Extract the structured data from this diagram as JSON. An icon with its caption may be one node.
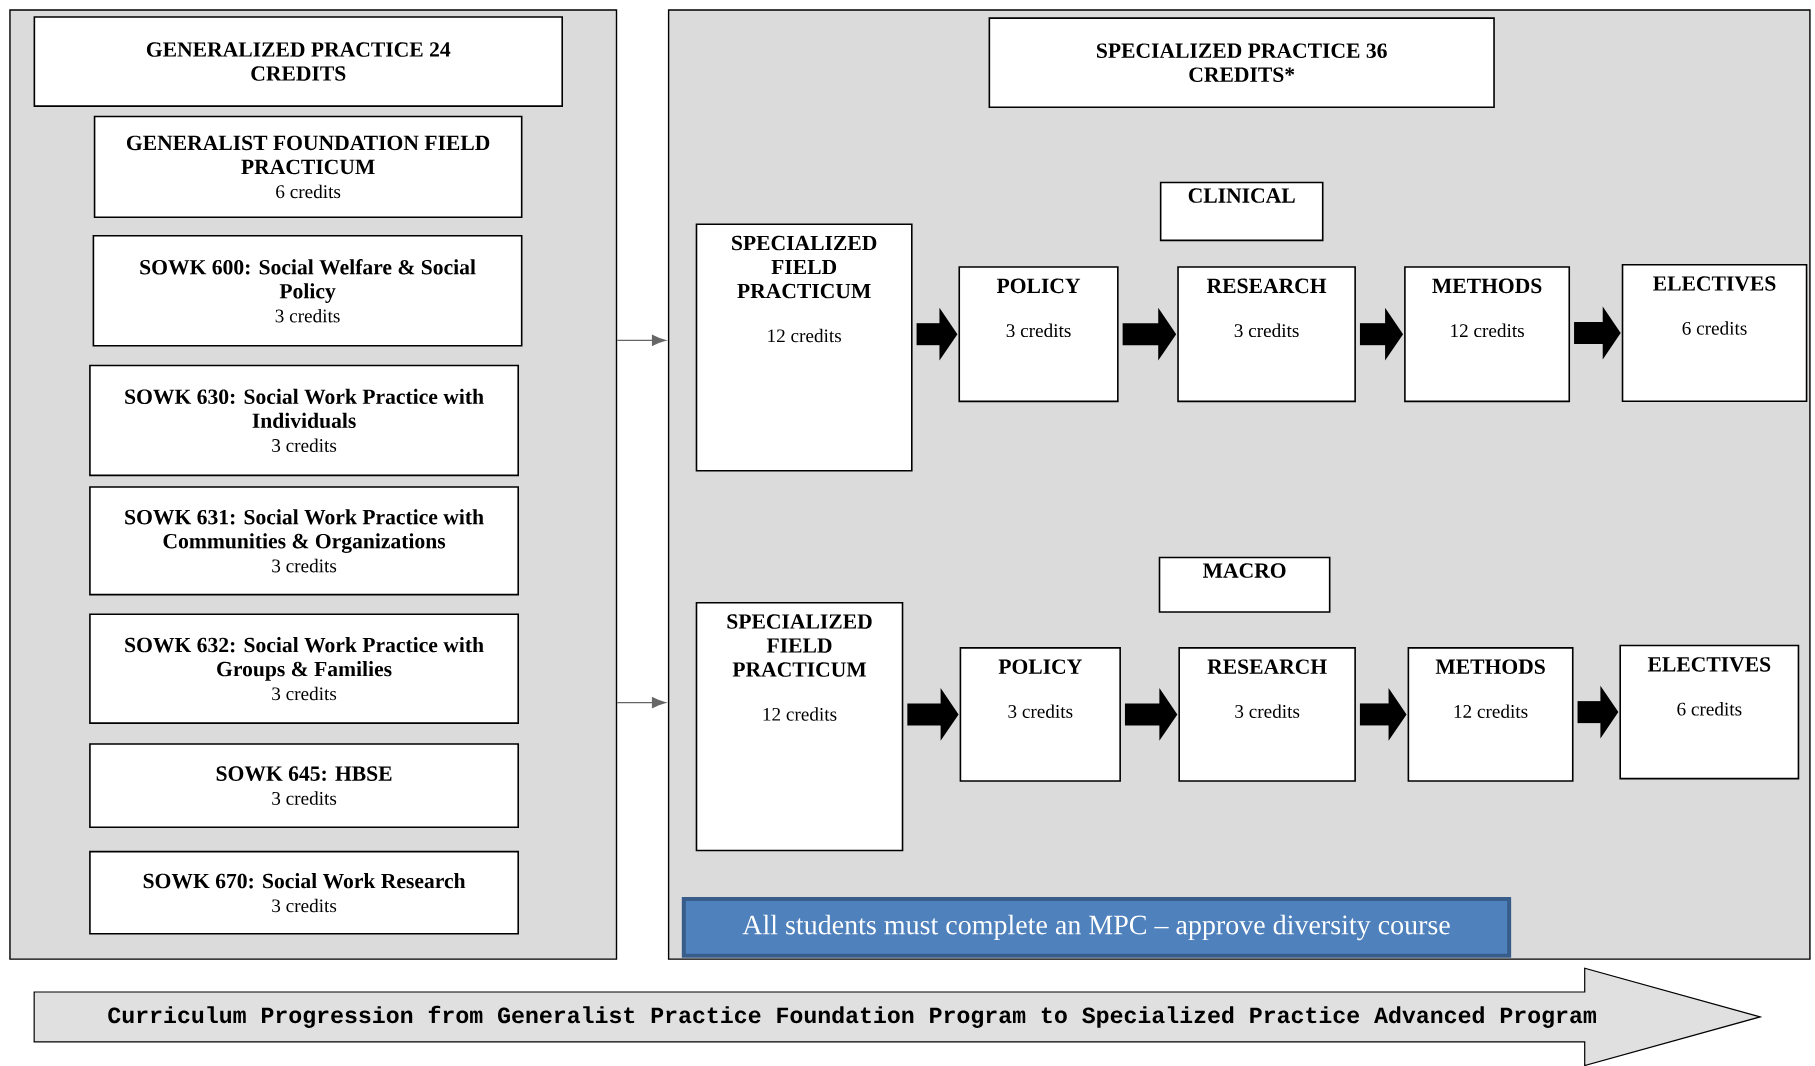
{
  "diagram": {
    "nodes": [
      {
        "text": [],
        "shape": "box"
      },
      {
        "text": [
          "GENERALIZED PRACTICE 24 CREDITS"
        ],
        "in": 0
      },
      {
        "text": [
          "GENERALIST FOUNDATION FIELD PRACTICUM",
          "6 credits"
        ],
        "in": 0
      },
      {
        "text": [
          "SOWK 600: Social Welfare & Social Policy",
          "3 credits"
        ],
        "in": 0
      },
      {
        "text": [
          "SOWK 630: Social Work Practice with Individuals",
          "3 credits"
        ],
        "in": 0
      },
      {
        "text": [
          "SOWK 631: Social Work Practice with Communities & Organizations",
          "3 credits"
        ],
        "in": 0
      },
      {
        "text": [
          "SOWK 632: Social Work Practice with Groups & Families",
          "3 credits"
        ],
        "in": 0
      },
      {
        "text": [
          "SOWK 645: HBSE",
          "3 credits"
        ],
        "in": 0
      },
      {
        "text": [
          "SOWK 670: Social Work Research",
          "3 credits"
        ],
        "in": 0
      },
      {
        "text": [],
        "shape": "box"
      },
      {
        "text": [
          "SPECIALIZED PRACTICE 36 CREDITS*"
        ],
        "in": 9
      },
      {
        "text": [
          "CLINICAL"
        ],
        "in": 9
      },
      {
        "text": [
          "SPECIALIZED FIELD PRACTICUM",
          "12 credits"
        ],
        "in": 9
      },
      {
        "text": [
          "POLICY",
          "3 credits"
        ],
        "in": 9
      },
      {
        "text": [
          "RESEARCH",
          "3 credits"
        ],
        "in": 9
      },
      {
        "text": [
          "METHODS",
          "12 credits"
        ],
        "in": 9
      },
      {
        "text": [
          "ELECTIVES",
          "6 credits"
        ],
        "in": 9
      },
      {
        "text": [
          "MACRO"
        ],
        "in": 9
      },
      {
        "text": [
          "SPECIALIZED FIELD PRACTICUM",
          "12 credits"
        ],
        "in": 9
      },
      {
        "text": [
          "POLICY",
          "3 credits"
        ],
        "in": 9
      },
      {
        "text": [
          "RESEARCH",
          "3 credits"
        ],
        "in": 9
      },
      {
        "text": [
          "METHODS",
          "12 credits"
        ],
        "in": 9
      },
      {
        "text": [
          "ELECTIVES",
          "6 credits"
        ],
        "in": 9
      },
      {
        "text": [
          "All students must complete an MPC – approve diversity course"
        ],
        "in": 9
      },
      {
        "text": [
          "Curriculum Progression from Generalist Practice Foundation Program to Specialized Practice Advanced Program"
        ]
      }
    ],
    "edges": [
      {
        "from": 0,
        "to": 9,
        "arrow": "to",
        "color": "#666666"
      },
      {
        "from": 0,
        "to": 9,
        "arrow": "to",
        "color": "#666666"
      },
      {
        "from": 12,
        "to": 13,
        "arrow": "to"
      },
      {
        "from": 13,
        "to": 14,
        "arrow": "to"
      },
      {
        "from": 14,
        "to": 15,
        "arrow": "to"
      },
      {
        "from": 15,
        "to": 16,
        "arrow": "to"
      },
      {
        "from": 18,
        "to": 19,
        "arrow": "to"
      },
      {
        "from": 19,
        "to": 20,
        "arrow": "to"
      },
      {
        "from": 20,
        "to": 21,
        "arrow": "to"
      },
      {
        "from": 21,
        "to": 22,
        "arrow": "to"
      }
    ]
  }
}
